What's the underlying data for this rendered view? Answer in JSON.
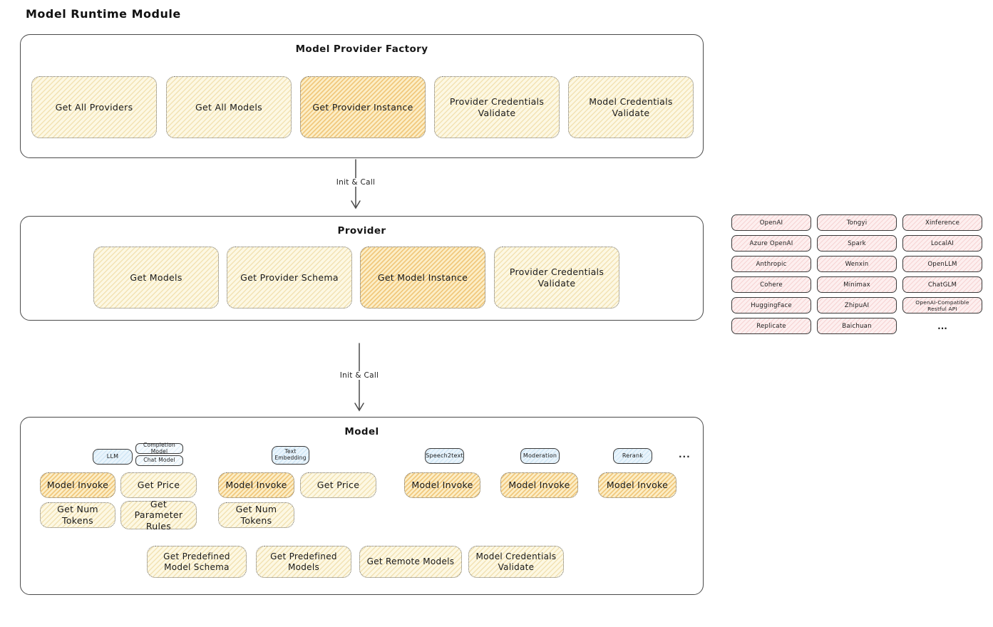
{
  "page": {
    "title": "Model Runtime Module"
  },
  "colors": {
    "yellow_light": "#fdf8e3",
    "yellow_highlight": "#f1c87e",
    "blue_tab": "#e9f4fc",
    "pink_pill": "#fdefef",
    "stroke": "#4a4a4a"
  },
  "factory": {
    "title": "Model Provider Factory",
    "items": [
      {
        "label": "Get All Providers",
        "highlight": false
      },
      {
        "label": "Get All Models",
        "highlight": false
      },
      {
        "label": "Get Provider Instance",
        "highlight": true
      },
      {
        "label": "Provider Credentials Validate",
        "highlight": false
      },
      {
        "label": "Model Credentials Validate",
        "highlight": false
      }
    ]
  },
  "arrow1": {
    "label": "Init & Call"
  },
  "arrow2": {
    "label": "Init & Call"
  },
  "provider": {
    "title": "Provider",
    "items": [
      {
        "label": "Get Models",
        "highlight": false
      },
      {
        "label": "Get Provider Schema",
        "highlight": false
      },
      {
        "label": "Get Model Instance",
        "highlight": true
      },
      {
        "label": "Provider Credentials Validate",
        "highlight": false
      }
    ]
  },
  "provider_list": {
    "rows": [
      [
        "OpenAI",
        "Tongyi",
        "Xinference"
      ],
      [
        "Azure OpenAI",
        "Spark",
        "LocalAI"
      ],
      [
        "Anthropic",
        "Wenxin",
        "OpenLLM"
      ],
      [
        "Cohere",
        "Minimax",
        "ChatGLM"
      ],
      [
        "HuggingFace",
        "ZhipuAI",
        "OpenAI-Compatible Restful API"
      ],
      [
        "Replicate",
        "Baichuan"
      ]
    ],
    "more": "..."
  },
  "model": {
    "title": "Model",
    "tabs": {
      "llm": "LLM",
      "completion": "Completion Model",
      "chat": "Chat Model",
      "text_embedding": "Text Embedding",
      "speech2text": "Speech2text",
      "moderation": "Moderation",
      "rerank": "Rerank",
      "more": "..."
    },
    "ops": {
      "llm_invoke": "Model Invoke",
      "llm_price": "Get Price",
      "llm_tokens": "Get Num Tokens",
      "llm_rules": "Get Parameter Rules",
      "emb_invoke": "Model Invoke",
      "emb_price": "Get Price",
      "emb_tokens": "Get Num Tokens",
      "s2t_invoke": "Model Invoke",
      "mod_invoke": "Model Invoke",
      "rerank_invoke": "Model Invoke"
    },
    "common": [
      "Get Predefined Model Schema",
      "Get Predefined Models",
      "Get Remote Models",
      "Model Credentials Validate"
    ]
  }
}
